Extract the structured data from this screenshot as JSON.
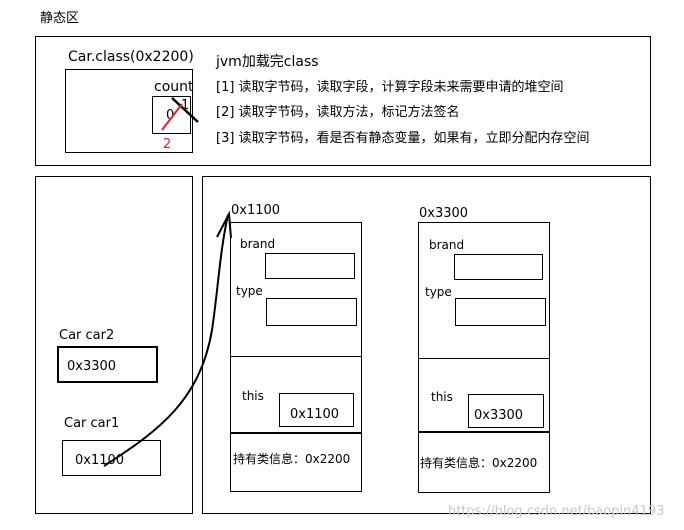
{
  "static_area": {
    "title": "静态区",
    "class_name": "Car.class(0x2200)",
    "count_label": "count",
    "count_old_value": "0",
    "count_new_value_black": "1",
    "count_new_value_red": "2",
    "jvm_title": "jvm加载完class",
    "steps": [
      "[1] 读取字节码，读取字段，计算字段未来需要申请的堆空间",
      "[2] 读取字节码，读取方法，标记方法签名",
      "[3] 读取字节码，看是否有静态变量，如果有，立即分配内存空间"
    ]
  },
  "stack": {
    "car2": {
      "label": "Car car2",
      "value": "0x3300"
    },
    "car1": {
      "label": "Car car1",
      "value": "0x1100"
    }
  },
  "heap": {
    "objects": [
      {
        "address": "0x1100",
        "brand_label": "brand",
        "type_label": "type",
        "this_label": "this",
        "this_value": "0x1100",
        "class_info": "持有类信息：0x2200"
      },
      {
        "address": "0x3300",
        "brand_label": "brand",
        "type_label": "type",
        "this_label": "this",
        "this_value": "0x3300",
        "class_info": "持有类信息：0x2200"
      }
    ]
  },
  "watermark": "https://blog.csdn.net/baopin4193",
  "colors": {
    "line": "#000000",
    "strike": "#e8202a",
    "watermark": "#c8c8c8"
  }
}
